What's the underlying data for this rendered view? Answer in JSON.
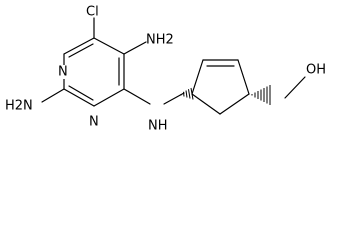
{
  "molecule": {
    "labels": {
      "cl": "Cl",
      "nh2_top": "NH2",
      "n_ring_left": "N",
      "n_ring_bottom": "N",
      "h2n": "H2N",
      "nh_link": "NH",
      "oh": "OH"
    },
    "colors": {
      "bond": "#000000",
      "text": "#000000",
      "background": "#ffffff"
    }
  }
}
